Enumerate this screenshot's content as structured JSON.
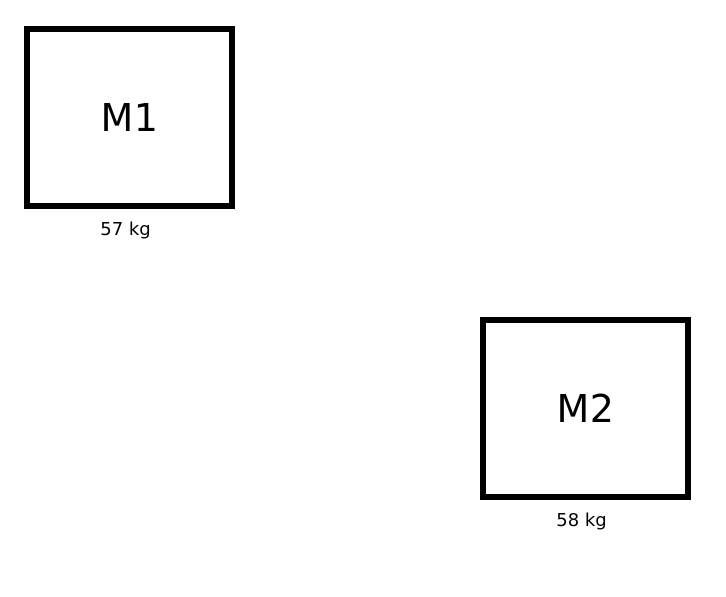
{
  "masses": [
    {
      "label": "M1",
      "weight": "57 kg"
    },
    {
      "label": "M2",
      "weight": "58 kg"
    }
  ],
  "colors": {
    "stroke": "#000000",
    "background": "#ffffff"
  }
}
